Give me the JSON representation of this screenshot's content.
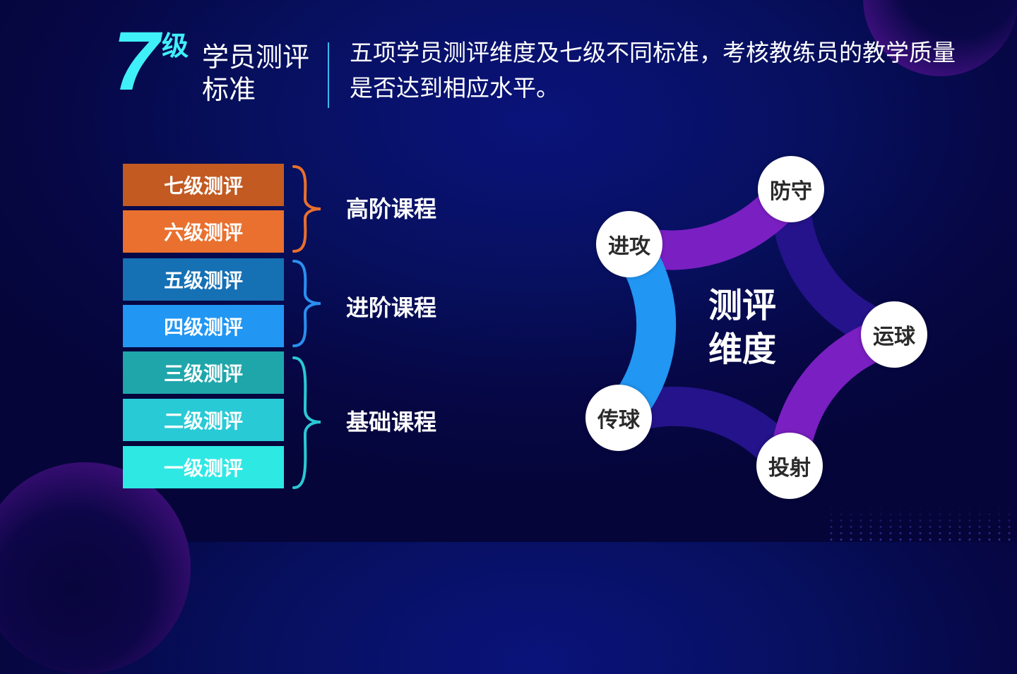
{
  "header": {
    "level_number": "7",
    "level_unit": "级",
    "title_line1": "学员测评",
    "title_line2": "标准",
    "subtitle_line1": "五项学员测评维度及七级不同标准，考核教练员的教学质量",
    "subtitle_line2": "是否达到相应水平。"
  },
  "levels": [
    {
      "label": "七级测评",
      "color": "#c25a22"
    },
    {
      "label": "六级测评",
      "color": "#e9702e"
    },
    {
      "label": "五级测评",
      "color": "#1670b4"
    },
    {
      "label": "四级测评",
      "color": "#2196f3"
    },
    {
      "label": "三级测评",
      "color": "#1fa6ab"
    },
    {
      "label": "二级测评",
      "color": "#28cad6"
    },
    {
      "label": "一级测评",
      "color": "#2ee8e4"
    }
  ],
  "groups": [
    {
      "label": "高阶课程",
      "color": "#e9702e"
    },
    {
      "label": "进阶课程",
      "color": "#2a8ff0"
    },
    {
      "label": "基础课程",
      "color": "#2ac8d4"
    }
  ],
  "dimensions": {
    "center_line1": "测评",
    "center_line2": "维度",
    "nodes": [
      {
        "label": "防守"
      },
      {
        "label": "进攻"
      },
      {
        "label": "运球"
      },
      {
        "label": "传球"
      },
      {
        "label": "投射"
      }
    ],
    "colors": {
      "purple": "#7a1fc2",
      "indigo": "#24138a",
      "blue": "#2196f3"
    }
  }
}
